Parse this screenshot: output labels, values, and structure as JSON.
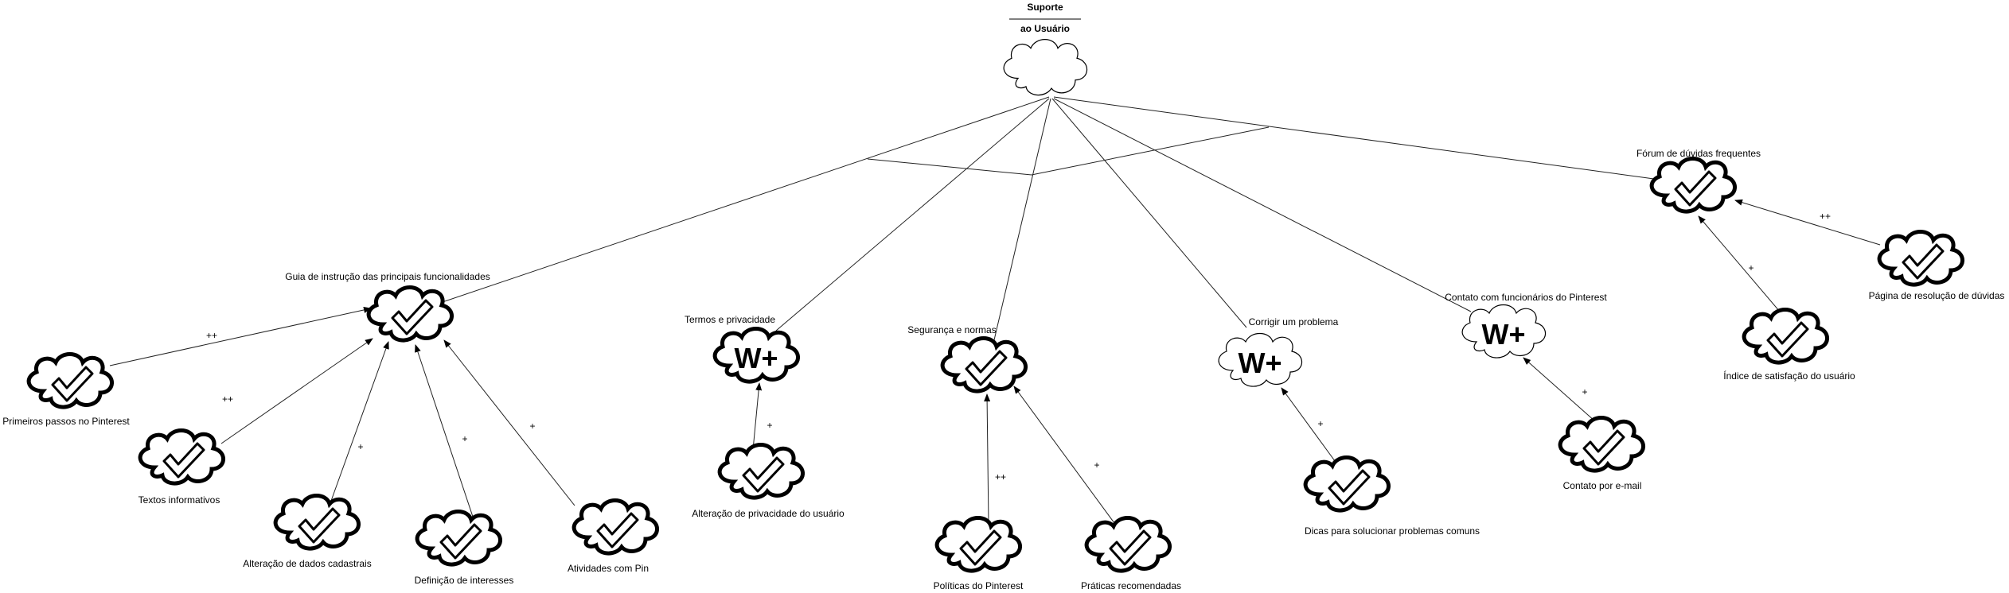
{
  "root": {
    "title_line1": "Suporte",
    "title_line2": "ao Usuário"
  },
  "nodes": {
    "forum": {
      "label": "Fórum de dúvidas frequentes",
      "kind": "check"
    },
    "guia": {
      "label": "Guia de instrução das principais funcionalidades",
      "kind": "check"
    },
    "termos": {
      "label": "Termos e privacidade",
      "kind": "wplus"
    },
    "seguranca": {
      "label": "Segurança e normas",
      "kind": "check"
    },
    "corrigir": {
      "label": "Corrigir um problema",
      "kind": "wplus"
    },
    "contato_func": {
      "label": "Contato com funcionários do Pinterest",
      "kind": "wplus"
    },
    "primeiros": {
      "label": "Primeiros passos no Pinterest",
      "kind": "check"
    },
    "textos": {
      "label": "Textos informativos",
      "kind": "check"
    },
    "alteracao_dados": {
      "label": "Alteração de dados cadastrais",
      "kind": "check"
    },
    "interesses": {
      "label": "Definição de interesses",
      "kind": "check"
    },
    "atividades": {
      "label": "Atividades com Pin",
      "kind": "check"
    },
    "alteracao_priv": {
      "label": "Alteração de privacidade do usuário",
      "kind": "check"
    },
    "politicas": {
      "label": "Políticas do Pinterest",
      "kind": "check"
    },
    "praticas": {
      "label": "Práticas recomendadas",
      "kind": "check"
    },
    "dicas": {
      "label": "Dicas para solucionar problemas comuns",
      "kind": "check"
    },
    "contato_email": {
      "label": "Contato por e-mail",
      "kind": "check"
    },
    "indice": {
      "label": "Índice de satisfação do usuário",
      "kind": "check"
    },
    "pagina": {
      "label": "Página de resolução de dúvidas",
      "kind": "check"
    }
  },
  "contributions": {
    "primeiros_guia": "++",
    "textos_guia": "++",
    "alteracao_dados_guia": "+",
    "interesses_guia": "+",
    "atividades_guia": "+",
    "alteracao_priv_termos": "+",
    "politicas_seguranca": "++",
    "praticas_seguranca": "+",
    "dicas_corrigir": "+",
    "contato_email_contato_func": "+",
    "indice_forum": "+",
    "pagina_forum": "++"
  },
  "wplus_text": "W+"
}
